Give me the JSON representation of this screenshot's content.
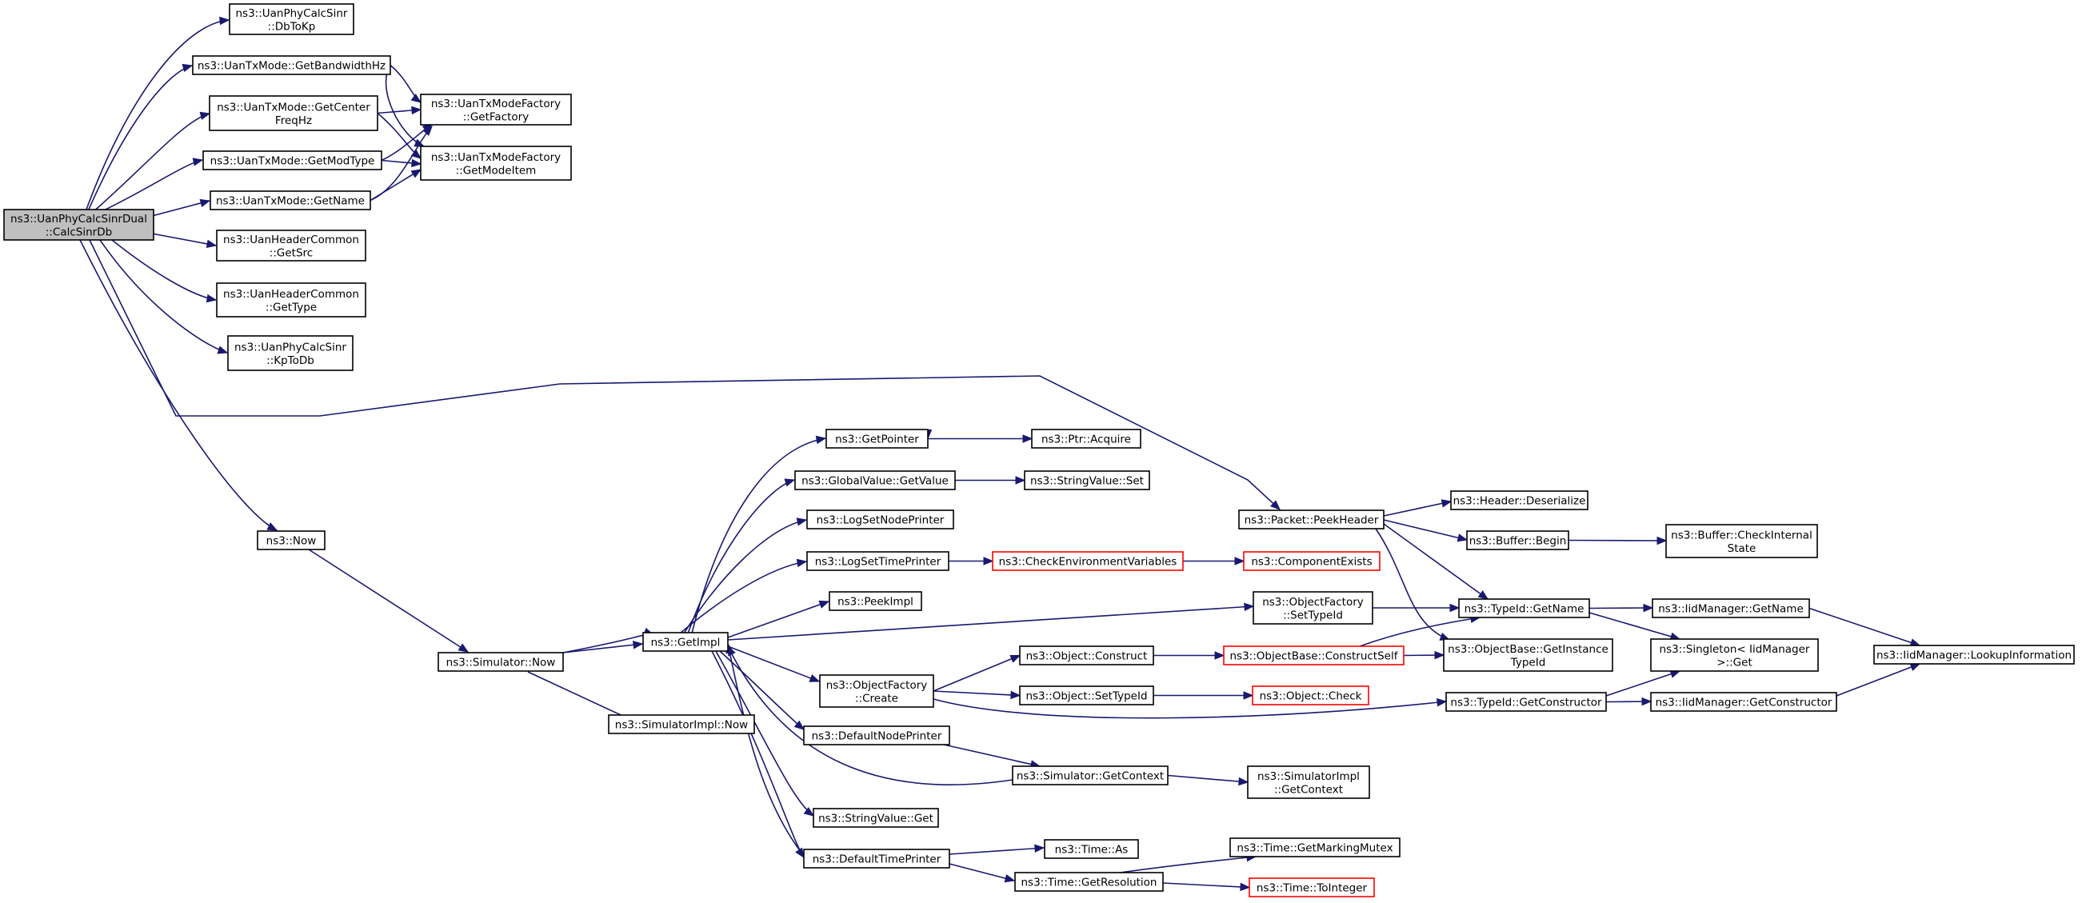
{
  "diagram": {
    "colors": {
      "edge": "#191970",
      "root_fill": "#bfbfbf",
      "truncated_border": "#ff0000",
      "node_border": "#000000"
    },
    "nodes": {
      "root": [
        "ns3::UanPhyCalcSinrDual",
        "::CalcSinrDb"
      ],
      "dbtokp": [
        "ns3::UanPhyCalcSinr",
        "::DbToKp"
      ],
      "getbw": [
        "ns3::UanTxMode::GetBandwidthHz"
      ],
      "getcenter": [
        "ns3::UanTxMode::GetCenter",
        "FreqHz"
      ],
      "getmodtype": [
        "ns3::UanTxMode::GetModType"
      ],
      "getname_mode": [
        "ns3::UanTxMode::GetName"
      ],
      "getfactory": [
        "ns3::UanTxModeFactory",
        "::GetFactory"
      ],
      "getmodeitem": [
        "ns3::UanTxModeFactory",
        "::GetModeItem"
      ],
      "getsrc": [
        "ns3::UanHeaderCommon",
        "::GetSrc"
      ],
      "gettype": [
        "ns3::UanHeaderCommon",
        "::GetType"
      ],
      "kptodb": [
        "ns3::UanPhyCalcSinr",
        "::KpToDb"
      ],
      "now": [
        "ns3::Now"
      ],
      "sim_now": [
        "ns3::Simulator::Now"
      ],
      "simimpl_now": [
        "ns3::SimulatorImpl::Now"
      ],
      "getimpl": [
        "ns3::GetImpl"
      ],
      "getpointer": [
        "ns3::GetPointer"
      ],
      "ptr_acquire": [
        "ns3::Ptr::Acquire"
      ],
      "gv_getvalue": [
        "ns3::GlobalValue::GetValue"
      ],
      "sv_set": [
        "ns3::StringValue::Set"
      ],
      "lognodeprinter": [
        "ns3::LogSetNodePrinter"
      ],
      "logtimeprinter": [
        "ns3::LogSetTimePrinter"
      ],
      "checkenv": [
        "ns3::CheckEnvironmentVariables"
      ],
      "compexists": [
        "ns3::ComponentExists"
      ],
      "peekimpl": [
        "ns3::PeekImpl"
      ],
      "of_create": [
        "ns3::ObjectFactory",
        "::Create"
      ],
      "obj_construct": [
        "ns3::Object::Construct"
      ],
      "obj_settypeid": [
        "ns3::Object::SetTypeId"
      ],
      "ob_constructself": [
        "ns3::ObjectBase::ConstructSelf"
      ],
      "obj_check": [
        "ns3::Object::Check"
      ],
      "defnodeprinter": [
        "ns3::DefaultNodePrinter"
      ],
      "sim_getcontext": [
        "ns3::Simulator::GetContext"
      ],
      "simimpl_getcontext": [
        "ns3::SimulatorImpl",
        "::GetContext"
      ],
      "sv_get": [
        "ns3::StringValue::Get"
      ],
      "deftimeprinter": [
        "ns3::DefaultTimePrinter"
      ],
      "time_as": [
        "ns3::Time::As"
      ],
      "time_getres": [
        "ns3::Time::GetResolution"
      ],
      "time_markmutex": [
        "ns3::Time::GetMarkingMutex"
      ],
      "time_tointeger": [
        "ns3::Time::ToInteger"
      ],
      "peekheader": [
        "ns3::Packet::PeekHeader"
      ],
      "hdr_deser": [
        "ns3::Header::Deserialize"
      ],
      "buf_begin": [
        "ns3::Buffer::Begin"
      ],
      "buf_checkint": [
        "ns3::Buffer::CheckInternal",
        "State"
      ],
      "of_settypeid": [
        "ns3::ObjectFactory",
        "::SetTypeId"
      ],
      "tid_getname": [
        "ns3::TypeId::GetName"
      ],
      "ob_getinstance": [
        "ns3::ObjectBase::GetInstance",
        "TypeId"
      ],
      "tid_getctor": [
        "ns3::TypeId::GetConstructor"
      ],
      "iid_getname": [
        "ns3::IidManager::GetName"
      ],
      "singleton_get": [
        "ns3::Singleton< IidManager",
        ">::Get"
      ],
      "iid_getctor": [
        "ns3::IidManager::GetConstructor"
      ],
      "iid_lookup": [
        "ns3::IidManager::LookupInformation"
      ]
    }
  }
}
